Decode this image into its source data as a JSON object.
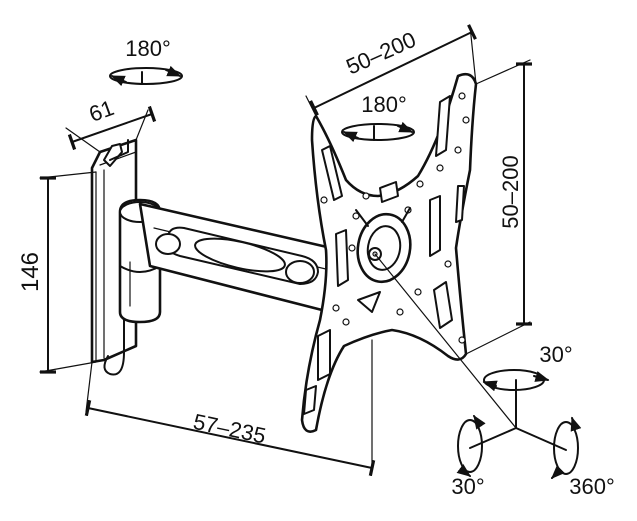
{
  "colors": {
    "ink": "#111111",
    "paper": "#ffffff",
    "gray": "#cccccc"
  },
  "dimensions": {
    "wall_plate_height": "146",
    "wall_plate_depth": "61",
    "arm_extension": "57–235",
    "vesa_horizontal": "50–200",
    "vesa_vertical": "50–200"
  },
  "rotations": {
    "wall_swivel": "180°",
    "arm_swivel": "180°",
    "tilt": "30°",
    "pan": "30°",
    "rotate": "360°"
  }
}
